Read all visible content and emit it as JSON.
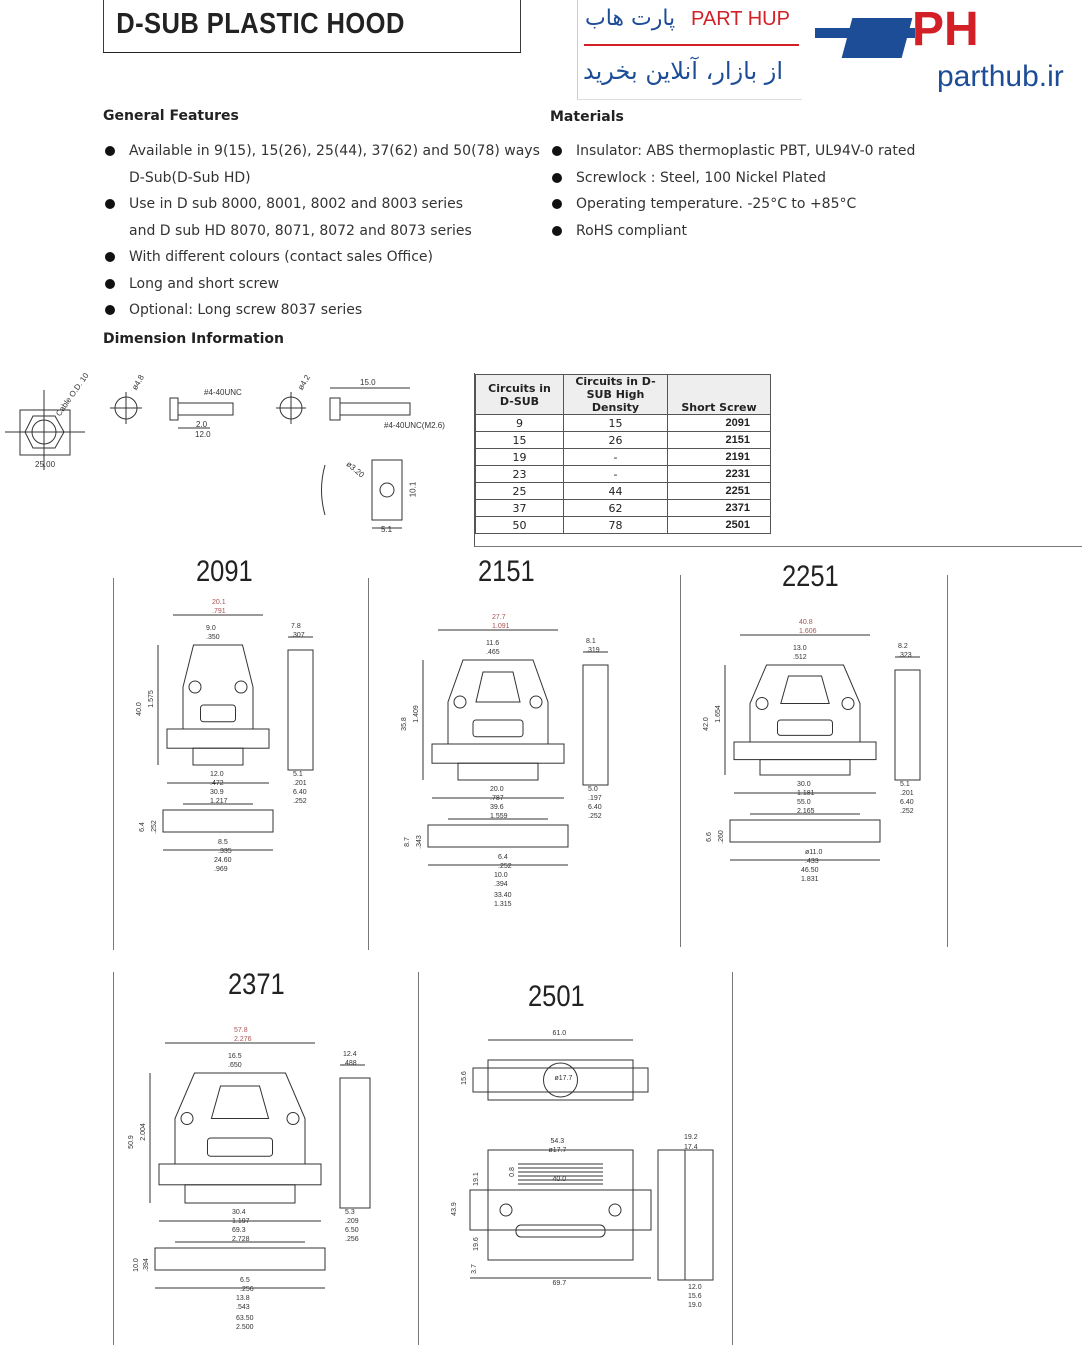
{
  "title": "D-SUB PLASTIC HOOD",
  "logo": {
    "fa_name": "پارت هاب",
    "en_name": "PART HUP",
    "tagline": "از بازار، آنلاین بخرید",
    "brand_mark": "PH",
    "url": "parthub.ir"
  },
  "general_features": {
    "heading": "General Features",
    "items": [
      "Available in 9(15), 15(26), 25(44), 37(62) and  50(78) ways",
      "D-Sub(D-Sub HD)",
      "Use in D sub  8000, 8001, 8002 and 8003 series",
      "and D sub HD  8070, 8071, 8072 and 8073  series",
      "With different colours (contact sales Office)",
      "Long and short screw",
      "Optional: Long  screw 8037 series"
    ]
  },
  "materials": {
    "heading": "Materials",
    "items": [
      "Insulator: ABS thermoplastic PBT, UL94V-0 rated",
      "Screwlock : Steel, 100 Nickel Plated",
      "Operating temperature. -25°C to +85°C",
      "RoHS compliant"
    ]
  },
  "dimension_heading": "Dimension Information",
  "small_drawings": {
    "cable": "Cable O.D. 10",
    "w25": "25.00",
    "d48": "ø4.8",
    "screw1": "#4-40UNC",
    "s20": "2.0",
    "s120": "12.0",
    "d42": "ø4.2",
    "s150": "15.0",
    "screw2": "#4-40UNC(M2.6)",
    "d320": "ø3.20",
    "h101": "10.1",
    "w51": "5.1"
  },
  "table": {
    "headers": [
      "Circuits in D-SUB",
      "Circuits in D-SUB High Density",
      "Short Screw"
    ],
    "rows": [
      [
        "9",
        "15",
        "2091"
      ],
      [
        "15",
        "26",
        "2151"
      ],
      [
        "19",
        "-",
        "2191"
      ],
      [
        "23",
        "-",
        "2231"
      ],
      [
        "25",
        "44",
        "2251"
      ],
      [
        "37",
        "62",
        "2371"
      ],
      [
        "50",
        "78",
        "2501"
      ]
    ]
  },
  "models": [
    {
      "name": "2091",
      "dims": [
        "20.1",
        ".791",
        "9.0",
        ".350",
        "7.8",
        ".307",
        "40.0",
        "1.575",
        "12.0",
        ".472",
        "30.9",
        "1.217",
        "5.1",
        ".201",
        "6.40",
        ".252",
        "6.4",
        ".252",
        "8.5",
        ".335",
        "24.60",
        ".969"
      ]
    },
    {
      "name": "2151",
      "dims": [
        "27.7",
        "1.091",
        "11.6",
        ".465",
        "8.1",
        ".319",
        "35.8",
        "1.409",
        "20.0",
        ".787",
        "39.6",
        "1.559",
        "5.0",
        ".197",
        "6.40",
        ".252",
        "8.7",
        ".343",
        "6.4",
        ".252",
        "10.0",
        ".394",
        "33.40",
        "1.315"
      ]
    },
    {
      "name": "2251",
      "dims": [
        "40.8",
        "1.606",
        "13.0",
        ".512",
        "8.2",
        ".323",
        "42.0",
        "1.654",
        "30.0",
        "1.181",
        "55.0",
        "2.165",
        "5.1",
        ".201",
        "6.40",
        ".252",
        "6.6",
        ".260",
        "ø11.0",
        ".433",
        "46.50",
        "1.831"
      ]
    },
    {
      "name": "2371",
      "dims": [
        "57.8",
        "2.276",
        "16.5",
        ".650",
        "12.4",
        ".488",
        "50.9",
        "2.004",
        "30.4",
        "1.197",
        "69.3",
        "2.728",
        "5.3",
        ".209",
        "6.50",
        ".256",
        "10.0",
        ".394",
        "6.5",
        ".256",
        "13.8",
        ".543",
        "63.50",
        "2.500"
      ]
    },
    {
      "name": "2501",
      "dims": [
        "61.0",
        "15.6",
        "ø17.7",
        "54.3",
        "ø17.7",
        "0.8",
        "19.1",
        "40.0",
        "43.9",
        "19.6",
        "3.7",
        "69.7",
        "19.2",
        "17.4",
        "12.0",
        "15.6",
        "19.0"
      ]
    }
  ]
}
